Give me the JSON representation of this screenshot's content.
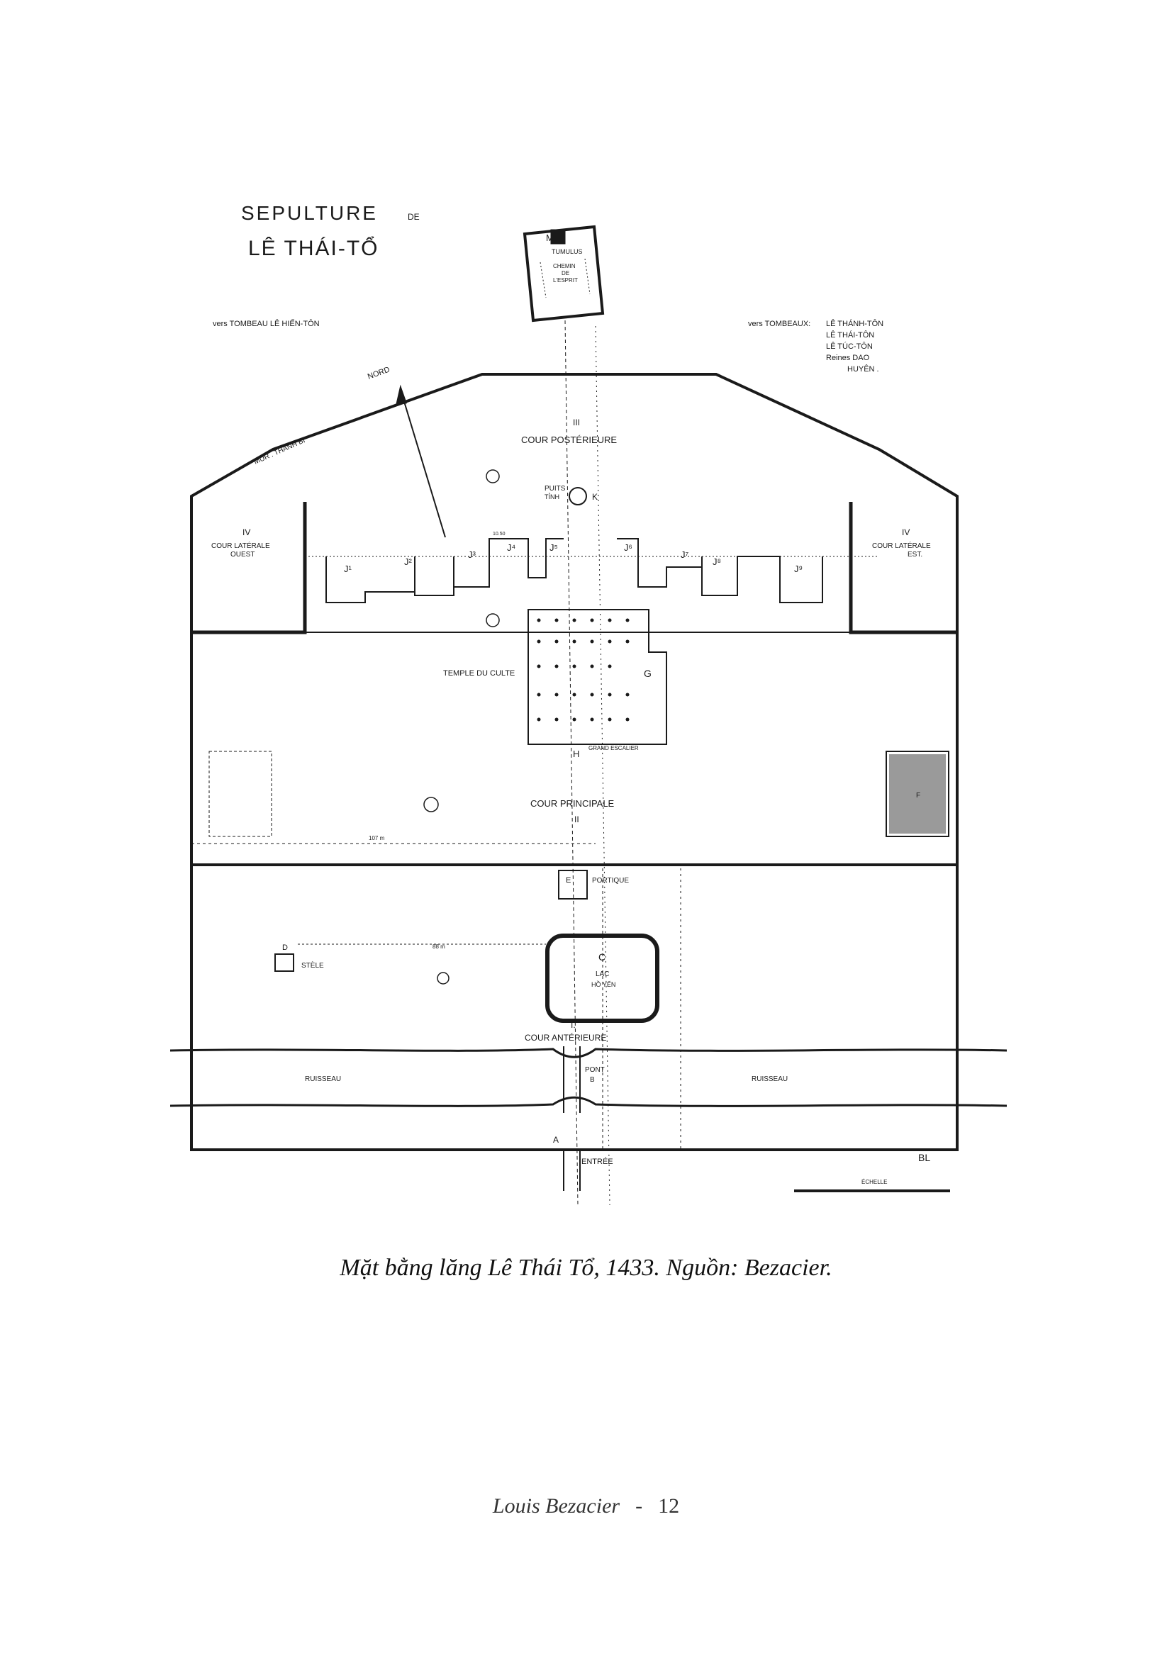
{
  "plan": {
    "title_line1": "SEPULTURE",
    "title_de": "DE",
    "title_line2": "LÊ THÁI-TỔ",
    "note_west": "vers TOMBEAU LÊ HIẾN-TÔN",
    "note_east_prefix": "vers TOMBEAUX:",
    "note_east_lines": [
      "LÊ THÁNH-TÔN",
      "LÊ THÁI-TÔN",
      "LÊ TÚC-TÔN",
      "Reines DAO",
      "HUYÊN ."
    ],
    "nord": "NORD",
    "mur": "MUR . THÀNH BI",
    "tumulus_m": "M",
    "tumulus": "TUMULUS",
    "chemin_lines": [
      "CHEMIN",
      "DE",
      "L'ESPRIT"
    ],
    "iii": "III",
    "cour_posterieure": "COUR POSTÉRIEURE",
    "puits": "PUITS",
    "tinh": "TỈNH",
    "k": "K",
    "iv_west": "IV",
    "cour_laterale_ouest_1": "COUR LATÉRALE",
    "cour_laterale_ouest_2": "OUEST",
    "iv_east": "IV",
    "cour_laterale_est_1": "COUR LATÉRALE",
    "cour_laterale_est_2": "EST.",
    "j_labels": [
      "J¹",
      "J²",
      "J³",
      "J⁴",
      "J⁵",
      "J⁶",
      "J⁷",
      "J⁸",
      "J⁹"
    ],
    "temple": "TEMPLE DU CULTE",
    "g": "G",
    "h": "H",
    "grand_escalier": "GRAND ESCALIER",
    "ii": "II",
    "cour_principale": "COUR PRINCIPALE",
    "f": "F",
    "e": "E",
    "portique": "PORTIQUE",
    "d": "D",
    "stele": "STÈLE",
    "c": "C",
    "lac": "LAC",
    "ho_yen": "HỒ YẾN",
    "i": "I.",
    "cour_anterieure": "COUR ANTÉRIEURE",
    "ruisseau_west": "RUISSEAU",
    "ruisseau_east": "RUISSEAU",
    "pont": "PONT",
    "b": "B",
    "a": "A",
    "entree": "ENTRÉE",
    "echelle": "ÉCHELLE",
    "monogram": "BL",
    "dim_stele": "88 m",
    "dim_west": "107 m",
    "dim_court": "10.50"
  },
  "caption": "Mặt bằng lăng Lê Thái Tổ, 1433. Nguồn: Bezacier.",
  "footer": {
    "author": "Louis Bezacier",
    "separator": "-",
    "page_number": "12"
  },
  "colors": {
    "ink": "#1a1a1a",
    "paper": "#ffffff"
  }
}
